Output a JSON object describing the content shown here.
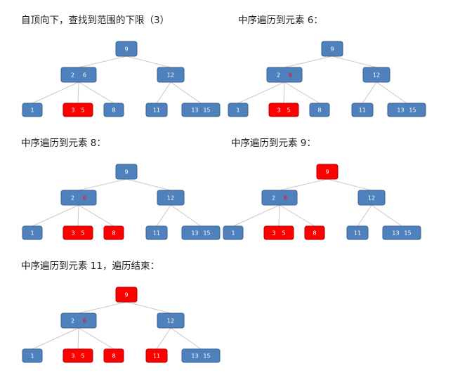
{
  "colors": {
    "node_fill": "#4f81bd",
    "node_stroke": "#3a6390",
    "highlight_fill": "#ff0000",
    "highlight_stroke": "#b00000",
    "key_text": "#ffffff",
    "key_text_highlight": "#ff0000",
    "edge": "#c8c8c8"
  },
  "panels": [
    {
      "caption": "自顶向下，查找到范围的下限（3）",
      "nodes": {
        "root": {
          "keys": [
            {
              "text": "9"
            }
          ]
        },
        "left": {
          "keys": [
            {
              "text": "2"
            },
            {
              "text": "6"
            }
          ]
        },
        "right": {
          "keys": [
            {
              "text": "12"
            }
          ]
        },
        "l1": {
          "keys": [
            {
              "text": "1"
            }
          ]
        },
        "l2": {
          "keys": [
            {
              "text": "3"
            },
            {
              "text": "5"
            }
          ],
          "highlight": true
        },
        "l3": {
          "keys": [
            {
              "text": "8"
            }
          ]
        },
        "l4": {
          "keys": [
            {
              "text": "11"
            }
          ]
        },
        "l5": {
          "keys": [
            {
              "text": "13"
            },
            {
              "text": "15"
            }
          ]
        }
      }
    },
    {
      "caption": "中序遍历到元素 6：",
      "nodes": {
        "root": {
          "keys": [
            {
              "text": "9"
            }
          ]
        },
        "left": {
          "keys": [
            {
              "text": "2"
            },
            {
              "text": "6",
              "red": true
            }
          ]
        },
        "right": {
          "keys": [
            {
              "text": "12"
            }
          ]
        },
        "l1": {
          "keys": [
            {
              "text": "1"
            }
          ]
        },
        "l2": {
          "keys": [
            {
              "text": "3"
            },
            {
              "text": "5"
            }
          ],
          "highlight": true
        },
        "l3": {
          "keys": [
            {
              "text": "8"
            }
          ]
        },
        "l4": {
          "keys": [
            {
              "text": "11"
            }
          ]
        },
        "l5": {
          "keys": [
            {
              "text": "13"
            },
            {
              "text": "15"
            }
          ]
        }
      }
    },
    {
      "caption": "中序遍历到元素 8：",
      "nodes": {
        "root": {
          "keys": [
            {
              "text": "9"
            }
          ]
        },
        "left": {
          "keys": [
            {
              "text": "2"
            },
            {
              "text": "6",
              "red": true
            }
          ]
        },
        "right": {
          "keys": [
            {
              "text": "12"
            }
          ]
        },
        "l1": {
          "keys": [
            {
              "text": "1"
            }
          ]
        },
        "l2": {
          "keys": [
            {
              "text": "3"
            },
            {
              "text": "5"
            }
          ],
          "highlight": true
        },
        "l3": {
          "keys": [
            {
              "text": "8"
            }
          ],
          "highlight": true
        },
        "l4": {
          "keys": [
            {
              "text": "11"
            }
          ]
        },
        "l5": {
          "keys": [
            {
              "text": "13"
            },
            {
              "text": "15"
            }
          ]
        }
      }
    },
    {
      "caption": "中序遍历到元素 9：",
      "nodes": {
        "root": {
          "keys": [
            {
              "text": "9"
            }
          ],
          "highlight": true
        },
        "left": {
          "keys": [
            {
              "text": "2"
            },
            {
              "text": "6",
              "red": true
            }
          ]
        },
        "right": {
          "keys": [
            {
              "text": "12"
            }
          ]
        },
        "l1": {
          "keys": [
            {
              "text": "1"
            }
          ]
        },
        "l2": {
          "keys": [
            {
              "text": "3"
            },
            {
              "text": "5"
            }
          ],
          "highlight": true
        },
        "l3": {
          "keys": [
            {
              "text": "8"
            }
          ],
          "highlight": true
        },
        "l4": {
          "keys": [
            {
              "text": "11"
            }
          ]
        },
        "l5": {
          "keys": [
            {
              "text": "13"
            },
            {
              "text": "15"
            }
          ]
        }
      }
    },
    {
      "caption": "中序遍历到元素 11，遍历结束：",
      "nodes": {
        "root": {
          "keys": [
            {
              "text": "9"
            }
          ],
          "highlight": true
        },
        "left": {
          "keys": [
            {
              "text": "2"
            },
            {
              "text": "6",
              "red": true
            }
          ]
        },
        "right": {
          "keys": [
            {
              "text": "12"
            }
          ]
        },
        "l1": {
          "keys": [
            {
              "text": "1"
            }
          ]
        },
        "l2": {
          "keys": [
            {
              "text": "3"
            },
            {
              "text": "5"
            }
          ],
          "highlight": true
        },
        "l3": {
          "keys": [
            {
              "text": "8"
            }
          ],
          "highlight": true
        },
        "l4": {
          "keys": [
            {
              "text": "11"
            }
          ],
          "highlight": true
        },
        "l5": {
          "keys": [
            {
              "text": "13"
            },
            {
              "text": "15"
            }
          ]
        }
      }
    }
  ]
}
